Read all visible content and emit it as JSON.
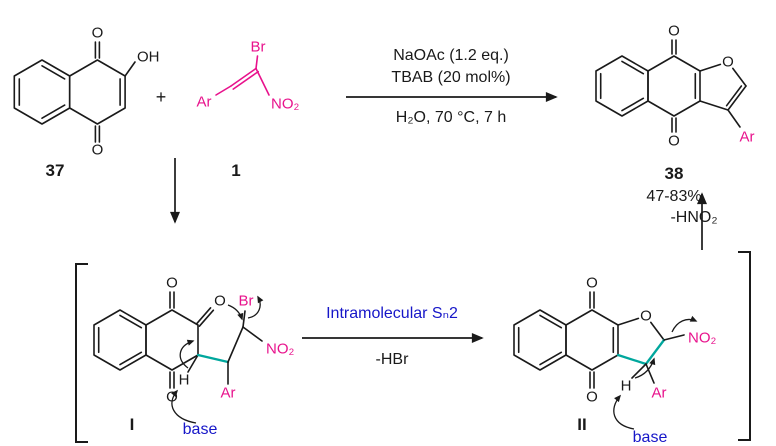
{
  "colors": {
    "magenta": "#e8128c",
    "blue": "#1616c8",
    "teal": "#00a79d",
    "ink": "#1a1a1a"
  },
  "labels": {
    "compound37": "37",
    "compound1": "1",
    "compound38": "38",
    "intermediate1": "I",
    "intermediate2": "II",
    "plus": "+",
    "yield": "47-83%"
  },
  "conditions": {
    "line1": "NaOAc (1.2 eq.)",
    "line2": "TBAB (20 mol%)",
    "line3": "H₂O, 70 °C, 7 h"
  },
  "steps": {
    "sn2_label": "Intramolecular Sₙ2",
    "hbr": "-HBr",
    "hno2": "-HNO₂"
  },
  "atoms": {
    "o": "O",
    "oh": "OH",
    "br": "Br",
    "no2": "NO₂",
    "ar": "Ar",
    "h": "H"
  },
  "mechanism": {
    "base": "base"
  }
}
